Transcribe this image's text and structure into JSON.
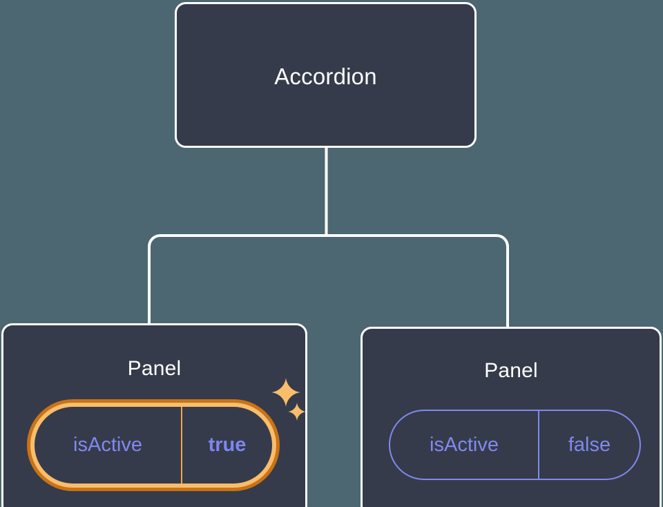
{
  "diagram": {
    "type": "component-tree",
    "background_color": "#4C6771",
    "node_fill": "#353B4A",
    "node_border": "#FFFFFF",
    "accent_highlight_outer": "#C97317",
    "accent_highlight_inner": "#F9BD6B",
    "prop_text_color": "#8089F0",
    "root": {
      "title": "Accordion"
    },
    "children": [
      {
        "title": "Panel",
        "highlighted": true,
        "prop": {
          "key": "isActive",
          "value": "true"
        },
        "sparkle_large": "sparkle-icon",
        "sparkle_small": "sparkle-icon"
      },
      {
        "title": "Panel",
        "highlighted": false,
        "prop": {
          "key": "isActive",
          "value": "false"
        }
      }
    ]
  }
}
